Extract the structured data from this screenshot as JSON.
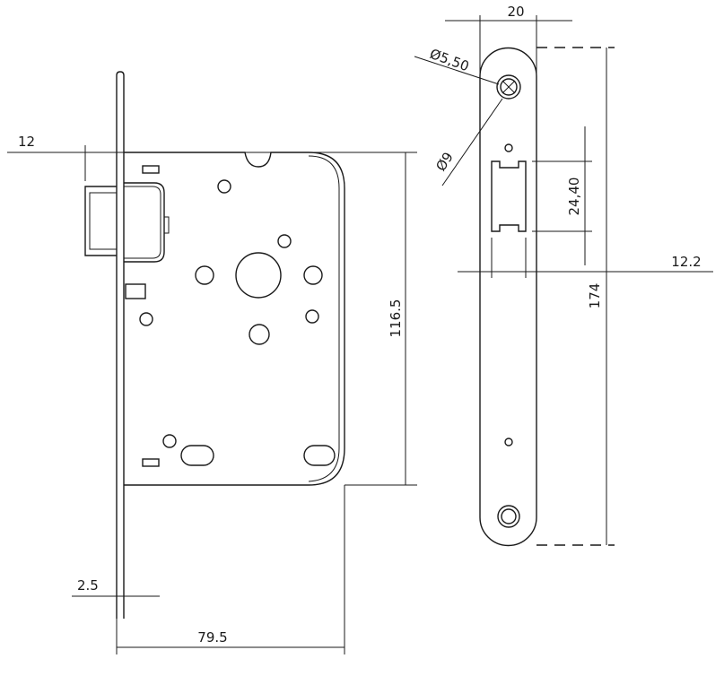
{
  "title": "Mortise lock dimension drawing",
  "dimensions": {
    "latch_projection": "12",
    "case_height": "116.5",
    "faceplate_thickness": "2.5",
    "case_depth": "79.5",
    "faceplate_width": "20",
    "screw_hole_diameter": "Ø5,50",
    "countersink_diameter": "Ø9",
    "latch_height": "24,40",
    "latch_width": "12.2",
    "faceplate_length": "174"
  },
  "colors": {
    "line": "#1a1a1a",
    "background": "#ffffff"
  }
}
